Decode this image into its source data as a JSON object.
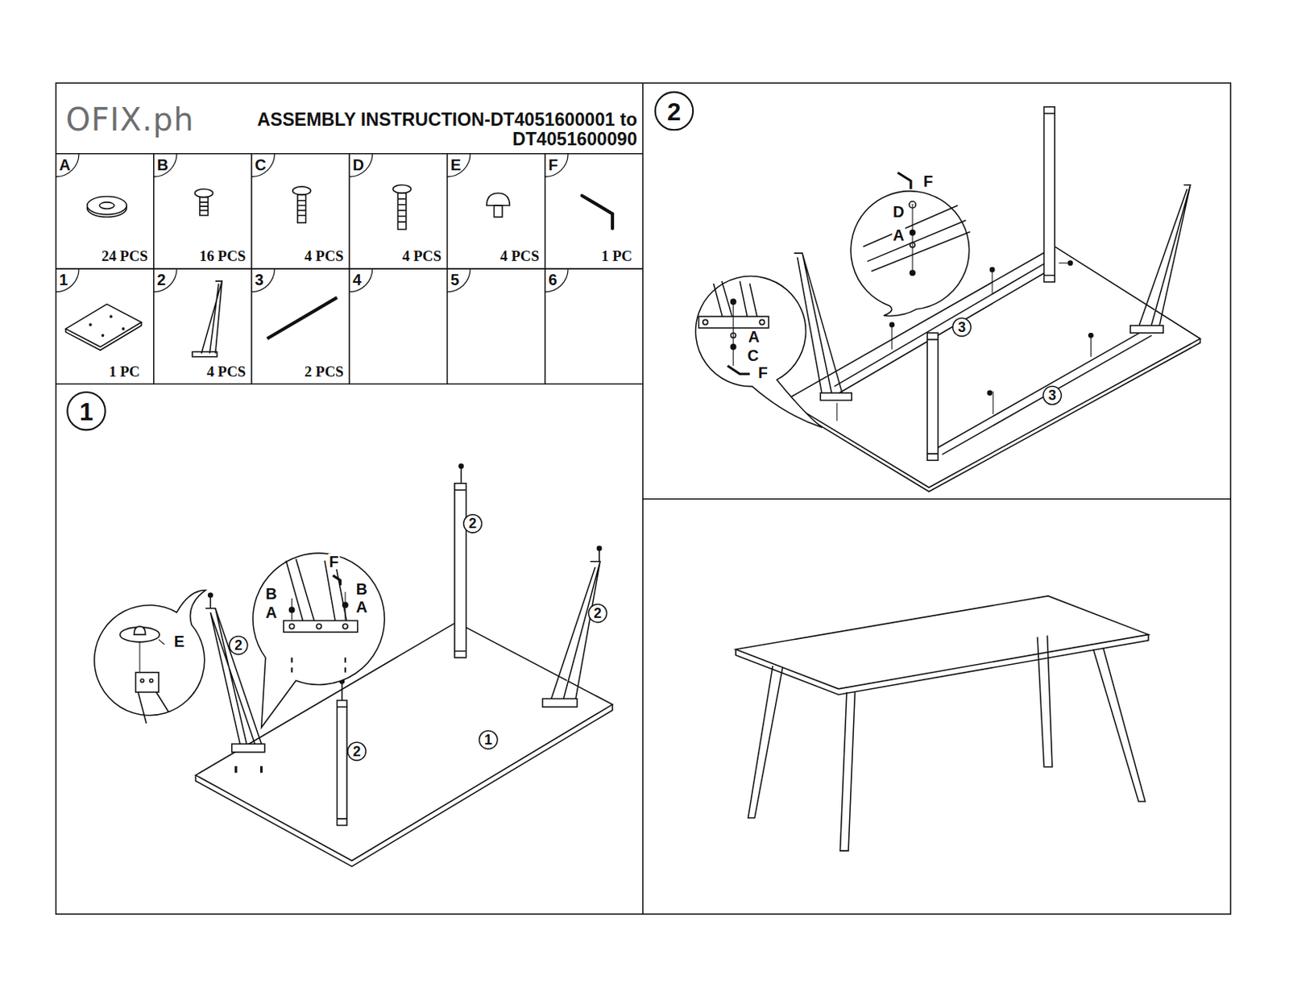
{
  "diagram": {
    "title": "ASSEMBLY INSTRUCTION-DT4051600001 to DT4051600090",
    "labels": [
      "OFIX.ph",
      "A",
      "24 PCS",
      "B",
      "16 PCS",
      "C",
      "4 PCS",
      "D",
      "4 PCS",
      "E",
      "4 PCS",
      "F",
      "1 PC",
      "1",
      "1 PC",
      "2",
      "4 PCS",
      "3",
      "2 PCS",
      "4",
      "5",
      "6",
      "1",
      "2",
      "E",
      "B",
      "A",
      "F",
      "B",
      "A",
      "2",
      "2",
      "2",
      "1",
      "2",
      "F",
      "D",
      "A",
      "3",
      "A",
      "C",
      "F",
      "3"
    ]
  }
}
